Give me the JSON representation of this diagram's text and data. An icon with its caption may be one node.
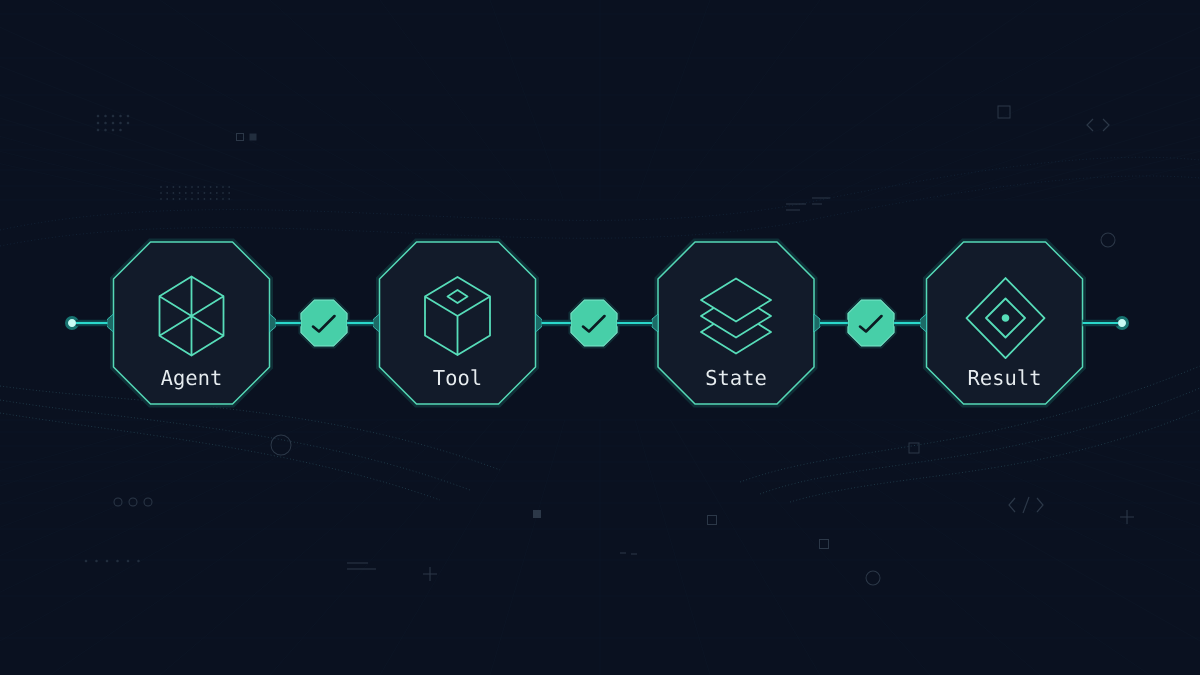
{
  "diagram": {
    "nodes": [
      {
        "text": [],
        "shape": "circle"
      },
      {
        "text": [
          "Agent"
        ]
      },
      {
        "text": [],
        "shape": "octagon"
      },
      {
        "text": [
          "Tool"
        ]
      },
      {
        "text": [],
        "shape": "octagon"
      },
      {
        "text": [
          "State"
        ]
      },
      {
        "text": [],
        "shape": "octagon"
      },
      {
        "text": [
          "Result"
        ]
      },
      {
        "text": [],
        "shape": "circle"
      }
    ],
    "edges": [
      {
        "from": 0,
        "to": 1,
        "arrow": "none"
      },
      {
        "from": 1,
        "to": 2,
        "arrow": "none"
      },
      {
        "from": 2,
        "to": 3,
        "arrow": "none"
      },
      {
        "from": 3,
        "to": 4,
        "arrow": "none"
      },
      {
        "from": 4,
        "to": 5,
        "arrow": "none"
      },
      {
        "from": 5,
        "to": 6,
        "arrow": "none"
      },
      {
        "from": 6,
        "to": 7,
        "arrow": "none"
      },
      {
        "from": 7,
        "to": 8,
        "arrow": "none"
      }
    ]
  }
}
